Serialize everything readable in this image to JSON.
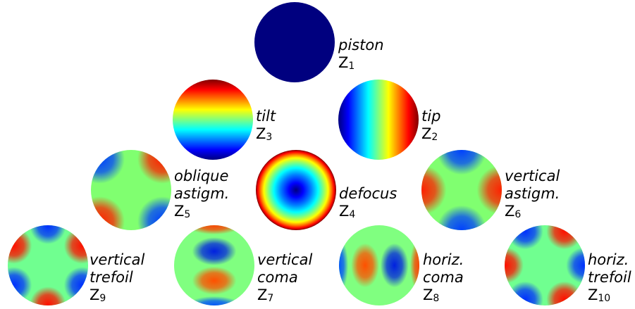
{
  "modes": [
    {
      "id": "piston",
      "name_lines": [
        "piston"
      ],
      "z_letter": "Z",
      "z_index": "1",
      "pattern": "piston",
      "colors": [
        "#00007f"
      ]
    },
    {
      "id": "tilt",
      "name_lines": [
        "tilt"
      ],
      "z_letter": "Z",
      "z_index": "3",
      "pattern": "tilt"
    },
    {
      "id": "tip",
      "name_lines": [
        "tip"
      ],
      "z_letter": "Z",
      "z_index": "2",
      "pattern": "tip"
    },
    {
      "id": "oblique-astigm",
      "name_lines": [
        "oblique",
        "astigm."
      ],
      "z_letter": "Z",
      "z_index": "5",
      "pattern": "oblique-astigmatism"
    },
    {
      "id": "defocus",
      "name_lines": [
        "defocus"
      ],
      "z_letter": "Z",
      "z_index": "4",
      "pattern": "defocus"
    },
    {
      "id": "vertical-astigm",
      "name_lines": [
        "vertical",
        "astigm."
      ],
      "z_letter": "Z",
      "z_index": "6",
      "pattern": "vertical-astigmatism"
    },
    {
      "id": "vertical-trefoil",
      "name_lines": [
        "vertical",
        "trefoil"
      ],
      "z_letter": "Z",
      "z_index": "9",
      "pattern": "vertical-trefoil"
    },
    {
      "id": "vertical-coma",
      "name_lines": [
        "vertical",
        "coma"
      ],
      "z_letter": "Z",
      "z_index": "7",
      "pattern": "vertical-coma"
    },
    {
      "id": "horiz-coma",
      "name_lines": [
        "horiz.",
        "coma"
      ],
      "z_letter": "Z",
      "z_index": "8",
      "pattern": "horizontal-coma"
    },
    {
      "id": "horiz-trefoil",
      "name_lines": [
        "horiz.",
        "trefoil"
      ],
      "z_letter": "Z",
      "z_index": "10",
      "pattern": "horizontal-trefoil"
    }
  ],
  "colormap": "jet",
  "colormap_stops": [
    "#00007f",
    "#0000ff",
    "#007fff",
    "#00ffff",
    "#7fff7f",
    "#ffff00",
    "#ff7f00",
    "#ff0000",
    "#7f0000"
  ]
}
